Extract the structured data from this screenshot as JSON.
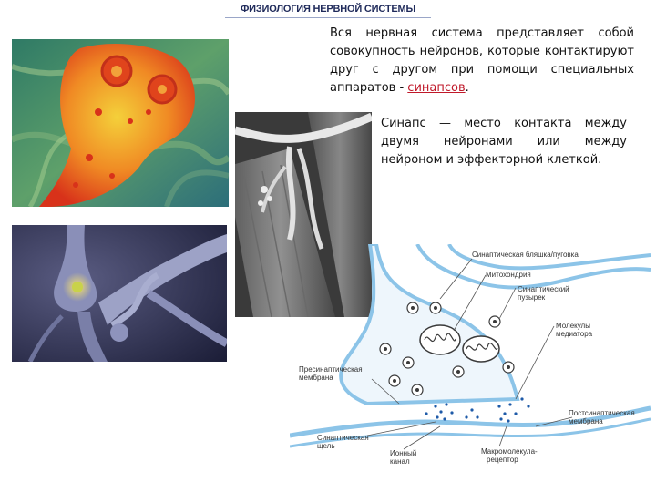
{
  "slide": {
    "title": "ФИЗИОЛОГИЯ НЕРВНОЙ СИСТЕМЫ"
  },
  "text": {
    "p1_before": "Вся нервная система представляет собой совокупность нейронов, которые контактируют друг с другом при помощи специальных аппаратов - ",
    "p1_highlight": "синапсов",
    "p1_after": ".",
    "p2_term": "Синапс",
    "p2_rest": " — место контакта между двумя нейронами или между нейроном и эффекторной клеткой."
  },
  "diagram": {
    "labels": {
      "plaque": "Синаптическая бляшка/пуговка",
      "mito": "Митохондрия",
      "vesicle_1": "Синаптический",
      "vesicle_2": "пузырек",
      "mediator_1": "Молекулы",
      "mediator_2": "медиатора",
      "presyn_1": "Пресинаптическая",
      "presyn_2": "мембрана",
      "postsyn_1": "Постсинаптическая",
      "postsyn_2": "мембрана",
      "cleft_1": "Синаптическая",
      "cleft_2": "щель",
      "ion_1": "Ионный",
      "ion_2": "канал",
      "receptor_1": "Макромолекула-",
      "receptor_2": "рецептор"
    }
  },
  "colors": {
    "title": "#1f2a5a",
    "highlight": "#c0192a",
    "membrane": "#8cc4e8",
    "dots": "#1e5aa8"
  }
}
